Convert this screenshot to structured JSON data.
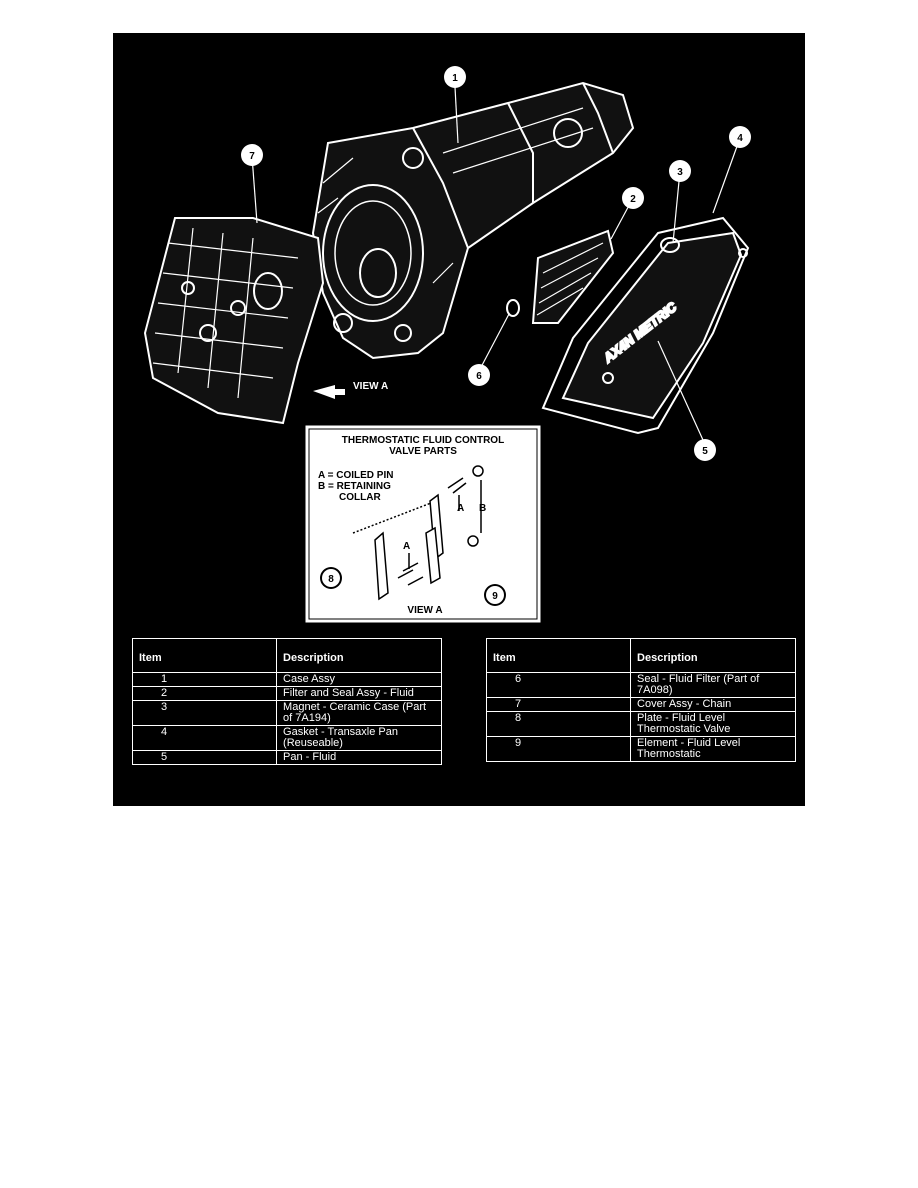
{
  "diagram": {
    "callouts": [
      "1",
      "2",
      "3",
      "4",
      "5",
      "6",
      "7",
      "8",
      "9"
    ],
    "pan_text": "AX4N METRIC",
    "view_a_label": "VIEW A",
    "inset": {
      "title_line1": "THERMOSTATIC FLUID CONTROL",
      "title_line2": "VALVE PARTS",
      "legend_line1": "A = COILED PIN",
      "legend_line2": "B = RETAINING",
      "legend_line3": "COLLAR",
      "letter_a": "A",
      "letter_b": "B",
      "caption": "VIEW A"
    }
  },
  "tables": {
    "header_item": "Item",
    "header_description": "Description",
    "left": [
      {
        "item": "1",
        "desc": "Case Assy"
      },
      {
        "item": "2",
        "desc": "Filter and Seal Assy - Fluid"
      },
      {
        "item": "3",
        "desc": "Magnet - Ceramic Case (Part of 7A194)"
      },
      {
        "item": "4",
        "desc": "Gasket - Transaxle Pan (Reuseable)"
      },
      {
        "item": "5",
        "desc": "Pan - Fluid"
      }
    ],
    "right": [
      {
        "item": "6",
        "desc": "Seal - Fluid Filter (Part of 7A098)"
      },
      {
        "item": "7",
        "desc": "Cover Assy - Chain"
      },
      {
        "item": "8",
        "desc": "Plate - Fluid Level Thermostatic Valve"
      },
      {
        "item": "9",
        "desc": "Element - Fluid Level Thermostatic"
      }
    ]
  }
}
